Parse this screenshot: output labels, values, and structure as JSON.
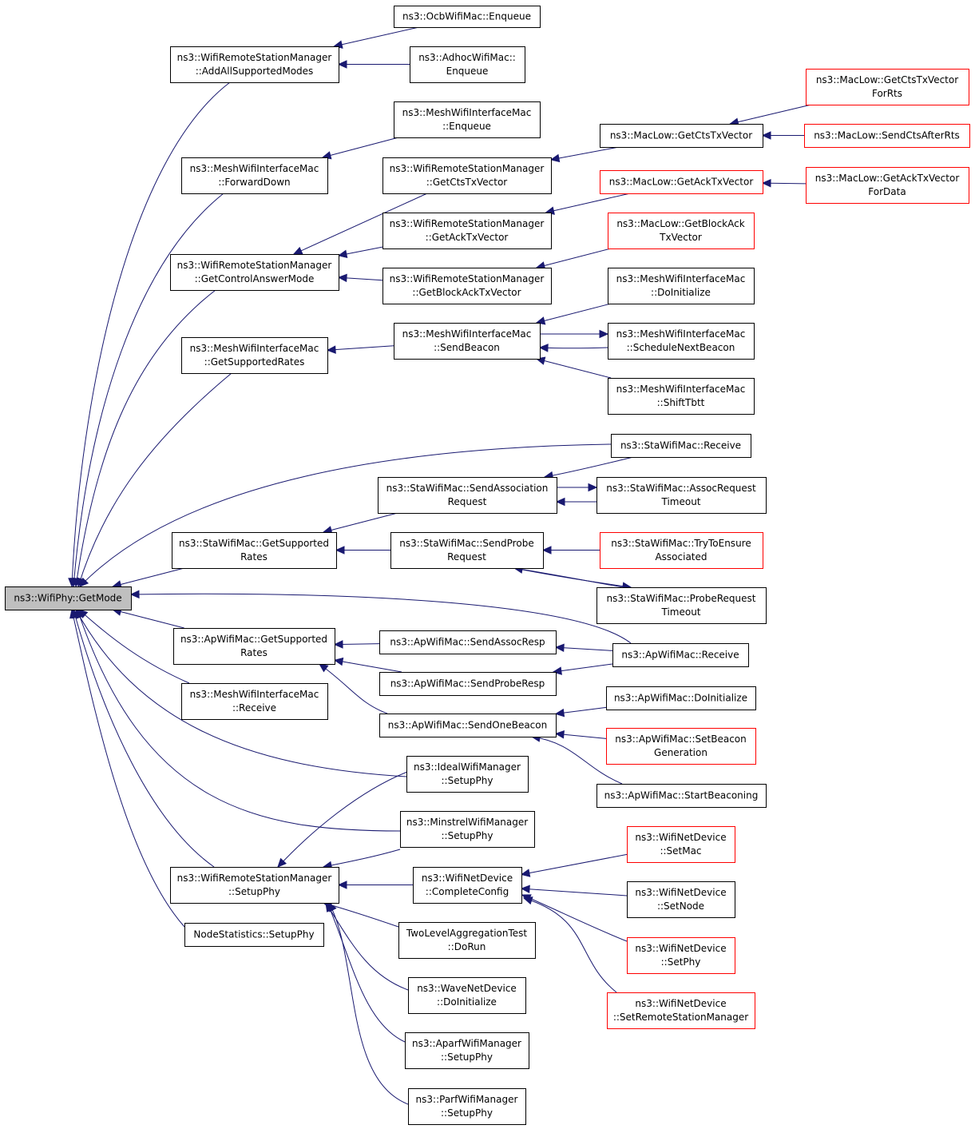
{
  "nodes": [
    {
      "id": "root",
      "lines": [
        "ns3::WifiPhy::GetMode"
      ],
      "style": "root"
    },
    {
      "id": "addall",
      "lines": [
        "ns3::WifiRemoteStationManager",
        "::AddAllSupportedModes"
      ],
      "style": "normal"
    },
    {
      "id": "ocb",
      "lines": [
        "ns3::OcbWifiMac::Enqueue"
      ],
      "style": "normal"
    },
    {
      "id": "adhoc",
      "lines": [
        "ns3::AdhocWifiMac::",
        "Enqueue"
      ],
      "style": "normal"
    },
    {
      "id": "meshfwd",
      "lines": [
        "ns3::MeshWifiInterfaceMac",
        "::ForwardDown"
      ],
      "style": "normal"
    },
    {
      "id": "meshenq",
      "lines": [
        "ns3::MeshWifiInterfaceMac",
        "::Enqueue"
      ],
      "style": "normal"
    },
    {
      "id": "getctrl",
      "lines": [
        "ns3::WifiRemoteStationManager",
        "::GetControlAnswerMode"
      ],
      "style": "normal"
    },
    {
      "id": "getcts",
      "lines": [
        "ns3::WifiRemoteStationManager",
        "::GetCtsTxVector"
      ],
      "style": "normal"
    },
    {
      "id": "getack",
      "lines": [
        "ns3::WifiRemoteStationManager",
        "::GetAckTxVector"
      ],
      "style": "normal"
    },
    {
      "id": "getblock",
      "lines": [
        "ns3::WifiRemoteStationManager",
        "::GetBlockAckTxVector"
      ],
      "style": "normal"
    },
    {
      "id": "mlgetcts",
      "lines": [
        "ns3::MacLow::GetCtsTxVector"
      ],
      "style": "normal"
    },
    {
      "id": "mlctsrts",
      "lines": [
        "ns3::MacLow::GetCtsTxVector",
        "ForRts"
      ],
      "style": "red"
    },
    {
      "id": "mlsendcts",
      "lines": [
        "ns3::MacLow::SendCtsAfterRts"
      ],
      "style": "red"
    },
    {
      "id": "mlgetack",
      "lines": [
        "ns3::MacLow::GetAckTxVector"
      ],
      "style": "red"
    },
    {
      "id": "mlackdata",
      "lines": [
        "ns3::MacLow::GetAckTxVector",
        "ForData"
      ],
      "style": "red"
    },
    {
      "id": "mlblock",
      "lines": [
        "ns3::MacLow::GetBlockAck",
        "TxVector"
      ],
      "style": "red"
    },
    {
      "id": "meshrates",
      "lines": [
        "ns3::MeshWifiInterfaceMac",
        "::GetSupportedRates"
      ],
      "style": "normal"
    },
    {
      "id": "meshbeacon",
      "lines": [
        "ns3::MeshWifiInterfaceMac",
        "::SendBeacon"
      ],
      "style": "normal"
    },
    {
      "id": "meshinit",
      "lines": [
        "ns3::MeshWifiInterfaceMac",
        "::DoInitialize"
      ],
      "style": "normal"
    },
    {
      "id": "meshsched",
      "lines": [
        "ns3::MeshWifiInterfaceMac",
        "::ScheduleNextBeacon"
      ],
      "style": "normal"
    },
    {
      "id": "meshshift",
      "lines": [
        "ns3::MeshWifiInterfaceMac",
        "::ShiftTbtt"
      ],
      "style": "normal"
    },
    {
      "id": "starecv",
      "lines": [
        "ns3::StaWifiMac::Receive"
      ],
      "style": "normal"
    },
    {
      "id": "staassoc",
      "lines": [
        "ns3::StaWifiMac::SendAssociation",
        "Request"
      ],
      "style": "normal"
    },
    {
      "id": "staassoctimeout",
      "lines": [
        "ns3::StaWifiMac::AssocRequest",
        "Timeout"
      ],
      "style": "normal"
    },
    {
      "id": "starates",
      "lines": [
        "ns3::StaWifiMac::GetSupported",
        "Rates"
      ],
      "style": "normal"
    },
    {
      "id": "staprobe",
      "lines": [
        "ns3::StaWifiMac::SendProbe",
        "Request"
      ],
      "style": "normal"
    },
    {
      "id": "staensure",
      "lines": [
        "ns3::StaWifiMac::TryToEnsure",
        "Associated"
      ],
      "style": "red"
    },
    {
      "id": "staprobetimeout",
      "lines": [
        "ns3::StaWifiMac::ProbeRequest",
        "Timeout"
      ],
      "style": "normal"
    },
    {
      "id": "aprates",
      "lines": [
        "ns3::ApWifiMac::GetSupported",
        "Rates"
      ],
      "style": "normal"
    },
    {
      "id": "apassocresp",
      "lines": [
        "ns3::ApWifiMac::SendAssocResp"
      ],
      "style": "normal"
    },
    {
      "id": "approbe",
      "lines": [
        "ns3::ApWifiMac::SendProbeResp"
      ],
      "style": "normal"
    },
    {
      "id": "aprecv",
      "lines": [
        "ns3::ApWifiMac::Receive"
      ],
      "style": "normal"
    },
    {
      "id": "meshrecv",
      "lines": [
        "ns3::MeshWifiInterfaceMac",
        "::Receive"
      ],
      "style": "normal"
    },
    {
      "id": "apbeacon",
      "lines": [
        "ns3::ApWifiMac::SendOneBeacon"
      ],
      "style": "normal"
    },
    {
      "id": "apinit",
      "lines": [
        "ns3::ApWifiMac::DoInitialize"
      ],
      "style": "normal"
    },
    {
      "id": "apsetbeacon",
      "lines": [
        "ns3::ApWifiMac::SetBeacon",
        "Generation"
      ],
      "style": "red"
    },
    {
      "id": "apstart",
      "lines": [
        "ns3::ApWifiMac::StartBeaconing"
      ],
      "style": "normal"
    },
    {
      "id": "ideal",
      "lines": [
        "ns3::IdealWifiManager",
        "::SetupPhy"
      ],
      "style": "normal"
    },
    {
      "id": "minstrel",
      "lines": [
        "ns3::MinstrelWifiManager",
        "::SetupPhy"
      ],
      "style": "normal"
    },
    {
      "id": "rssetup",
      "lines": [
        "ns3::WifiRemoteStationManager",
        "::SetupPhy"
      ],
      "style": "normal"
    },
    {
      "id": "netcomplete",
      "lines": [
        "ns3::WifiNetDevice",
        "::CompleteConfig"
      ],
      "style": "normal"
    },
    {
      "id": "netsetmac",
      "lines": [
        "ns3::WifiNetDevice",
        "::SetMac"
      ],
      "style": "red"
    },
    {
      "id": "netsetnode",
      "lines": [
        "ns3::WifiNetDevice",
        "::SetNode"
      ],
      "style": "normal"
    },
    {
      "id": "netsetphy",
      "lines": [
        "ns3::WifiNetDevice",
        "::SetPhy"
      ],
      "style": "red"
    },
    {
      "id": "netsetrsm",
      "lines": [
        "ns3::WifiNetDevice",
        "::SetRemoteStationManager"
      ],
      "style": "red"
    },
    {
      "id": "nodestats",
      "lines": [
        "NodeStatistics::SetupPhy"
      ],
      "style": "normal"
    },
    {
      "id": "twolevel",
      "lines": [
        "TwoLevelAggregationTest",
        "::DoRun"
      ],
      "style": "normal"
    },
    {
      "id": "wavenet",
      "lines": [
        "ns3::WaveNetDevice",
        "::DoInitialize"
      ],
      "style": "normal"
    },
    {
      "id": "aparf",
      "lines": [
        "ns3::AparfWifiManager",
        "::SetupPhy"
      ],
      "style": "normal"
    },
    {
      "id": "parf",
      "lines": [
        "ns3::ParfWifiManager",
        "::SetupPhy"
      ],
      "style": "normal"
    }
  ],
  "edges": [
    [
      "addall",
      "root"
    ],
    [
      "meshfwd",
      "root"
    ],
    [
      "getctrl",
      "root"
    ],
    [
      "meshrates",
      "root"
    ],
    [
      "starecv",
      "root"
    ],
    [
      "starates",
      "root"
    ],
    [
      "aprecv",
      "root"
    ],
    [
      "aprates",
      "root"
    ],
    [
      "meshrecv",
      "root"
    ],
    [
      "ideal",
      "root"
    ],
    [
      "minstrel",
      "root"
    ],
    [
      "rssetup",
      "root"
    ],
    [
      "nodestats",
      "root"
    ],
    [
      "ocb",
      "addall"
    ],
    [
      "adhoc",
      "addall"
    ],
    [
      "meshenq",
      "meshfwd"
    ],
    [
      "getcts",
      "getctrl"
    ],
    [
      "getack",
      "getctrl"
    ],
    [
      "getblock",
      "getctrl"
    ],
    [
      "mlgetcts",
      "getcts"
    ],
    [
      "mlctsrts",
      "mlgetcts"
    ],
    [
      "mlsendcts",
      "mlgetcts"
    ],
    [
      "mlgetack",
      "getack"
    ],
    [
      "mlackdata",
      "mlgetack"
    ],
    [
      "mlblock",
      "getblock"
    ],
    [
      "meshbeacon",
      "meshrates"
    ],
    [
      "meshinit",
      "meshbeacon"
    ],
    [
      "meshsched",
      "meshbeacon"
    ],
    [
      "meshshift",
      "meshbeacon"
    ],
    [
      "meshbeacon",
      "meshsched"
    ],
    [
      "staassoc",
      "starates"
    ],
    [
      "staprobe",
      "starates"
    ],
    [
      "starecv",
      "staassoc"
    ],
    [
      "staassoctimeout",
      "staassoc"
    ],
    [
      "staassoc",
      "staassoctimeout"
    ],
    [
      "staensure",
      "staprobe"
    ],
    [
      "staprobetimeout",
      "staprobe"
    ],
    [
      "staprobe",
      "staprobetimeout"
    ],
    [
      "apassocresp",
      "aprates"
    ],
    [
      "approbe",
      "aprates"
    ],
    [
      "apbeacon",
      "aprates"
    ],
    [
      "aprecv",
      "apassocresp"
    ],
    [
      "aprecv",
      "approbe"
    ],
    [
      "apinit",
      "apbeacon"
    ],
    [
      "apsetbeacon",
      "apbeacon"
    ],
    [
      "apstart",
      "apbeacon"
    ],
    [
      "ideal",
      "rssetup"
    ],
    [
      "minstrel",
      "rssetup"
    ],
    [
      "netcomplete",
      "rssetup"
    ],
    [
      "twolevel",
      "rssetup"
    ],
    [
      "wavenet",
      "rssetup"
    ],
    [
      "aparf",
      "rssetup"
    ],
    [
      "parf",
      "rssetup"
    ],
    [
      "netsetmac",
      "netcomplete"
    ],
    [
      "netsetnode",
      "netcomplete"
    ],
    [
      "netsetphy",
      "netcomplete"
    ],
    [
      "netsetrsm",
      "netcomplete"
    ]
  ]
}
